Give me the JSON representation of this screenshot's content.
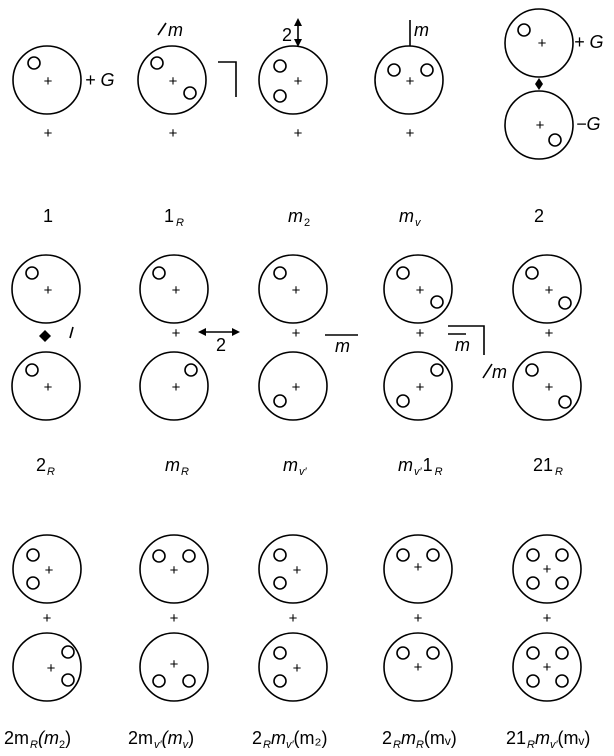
{
  "diagram": {
    "title": "",
    "row1": {
      "captions": [
        "1",
        "1",
        "m",
        "m",
        "2"
      ],
      "caption_subs": [
        "",
        "R",
        "2",
        "v",
        ""
      ],
      "g_plus": "+ G",
      "g_minus": "−G",
      "mirror_label": "m",
      "twofold_label": "2"
    },
    "row2": {
      "captions": [
        "2",
        "m",
        "m",
        "m",
        "21"
      ],
      "caption_subs": [
        "R",
        "R",
        "v′",
        "v′",
        "R"
      ],
      "caption_tails": [
        "",
        "",
        "",
        "1",
        ""
      ],
      "caption_tail_subs": [
        "",
        "",
        "",
        "R",
        ""
      ],
      "twofold_label": "2",
      "mirror_label": "m"
    },
    "row3": {
      "captions": [
        "2m",
        "2m",
        "2",
        "2",
        "21"
      ],
      "caption_subs": [
        "R",
        "v′",
        "R",
        "R",
        "R"
      ],
      "caption_tails": [
        "(m",
        "(m",
        "m",
        "m",
        "m"
      ],
      "caption_tail_subs": [
        "2",
        "v",
        "v′",
        "R",
        "v′"
      ],
      "caption_ends": [
        ")",
        ")",
        "(m₂)",
        "(mᵥ)",
        "(mᵥ)"
      ]
    },
    "plus_symbol": "+"
  }
}
